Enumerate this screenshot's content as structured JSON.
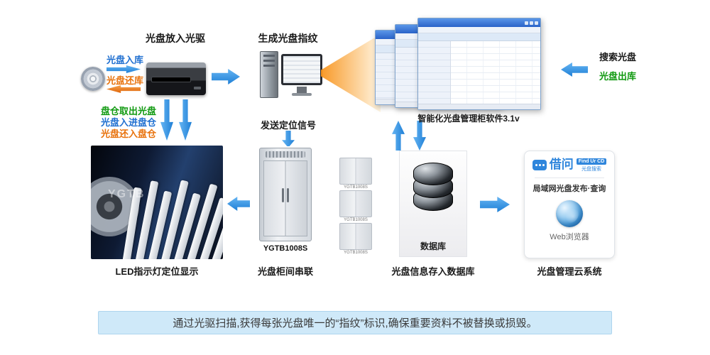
{
  "titles": {
    "drive": "光盘放入光驱",
    "fingerprint": "生成光盘指纹"
  },
  "flows": {
    "disc_in": "光盘入库",
    "disc_return": "光盘还库",
    "bay_take_out": "盘仓取出光盘",
    "bay_put_in": "光盘入进盘仓",
    "bay_return": "光盘还入盘仓",
    "send_signal": "发送定位信号",
    "search_disc": "搜索光盘",
    "disc_out": "光盘出库"
  },
  "software_caption": "智能化光盘管理柜软件3.1v",
  "captions": {
    "led": "LED指示灯定位显示",
    "cabinet": "光盘柜间串联",
    "database": "光盘信息存入数据库",
    "cloud": "光盘管理云系统"
  },
  "cabinet_model": "YGTB1008S",
  "database_label": "数据库",
  "led_watermark": "YGTB",
  "cloud": {
    "brand": "借问",
    "badge": "Find Ur CD",
    "badge_sub": "光盘搜索",
    "line": "局域网光盘发布·查询",
    "web": "Web浏览器"
  },
  "banner": "通过光驱扫描,获得每张光盘唯一的“指纹”标识,确保重要资料不被替换或损毁。",
  "colors": {
    "arrow_blue": "#1e7fd6",
    "text_blue": "#1f6fd0",
    "text_orange": "#e8720c",
    "text_green": "#119a11",
    "banner_bg": "#cfe9f9"
  }
}
